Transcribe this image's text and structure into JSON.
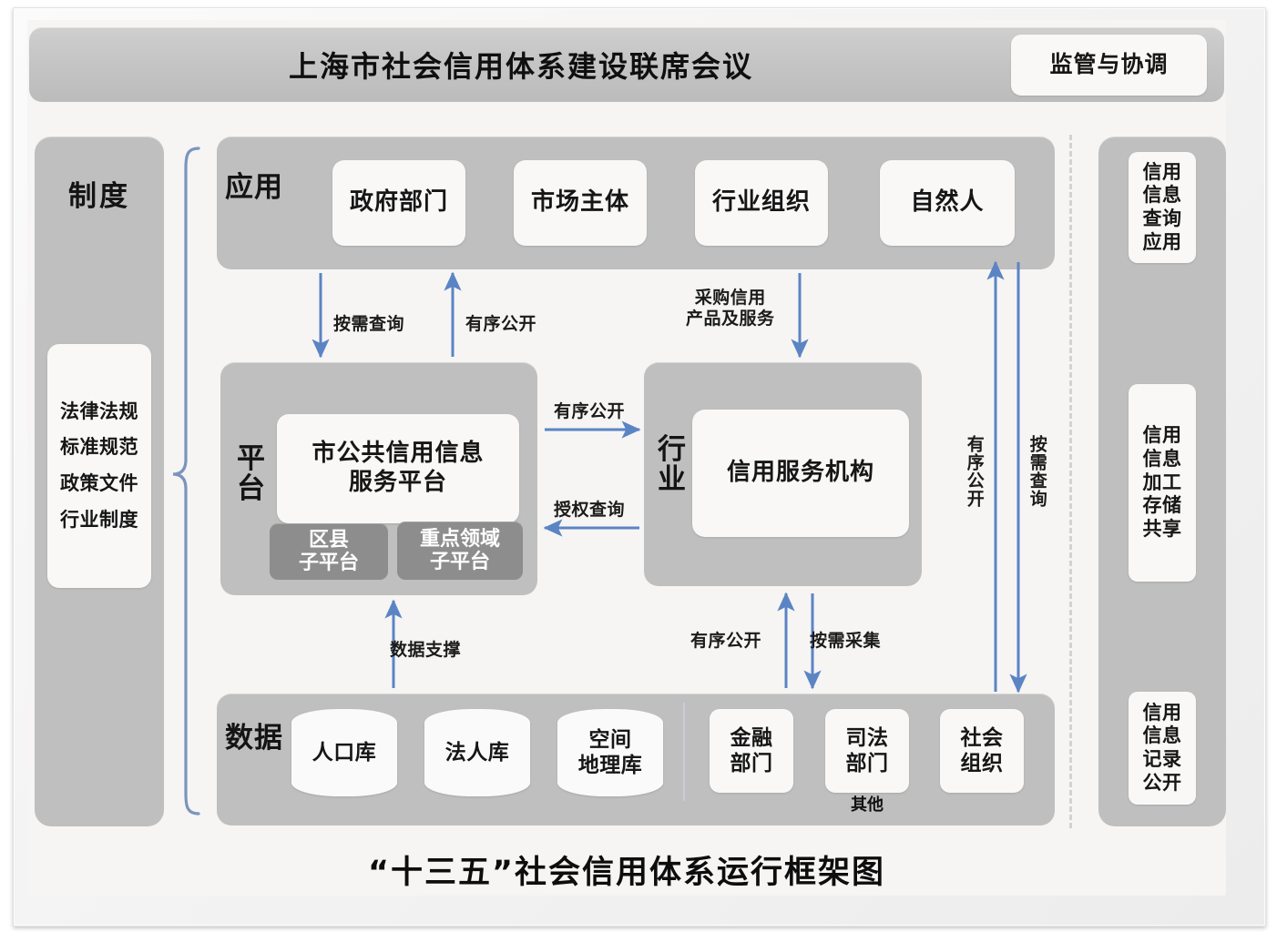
{
  "header": {
    "title": "上海市社会信用体系建设联席会议",
    "supervise_label": "监管与协调"
  },
  "footer": {
    "title": "“十三五”社会信用体系运行框架图"
  },
  "institution": {
    "label": "制度",
    "items": [
      "法律法规",
      "标准规范",
      "政策文件",
      "行业制度"
    ]
  },
  "outcomes": {
    "items": [
      "信用\n信息\n查询\n应用",
      "信用\n信息\n加工\n存储\n共享",
      "信用\n信息\n记录\n公开"
    ]
  },
  "application": {
    "label": "应用",
    "cards": [
      "政府部门",
      "市场主体",
      "行业组织",
      "自然人"
    ]
  },
  "platform": {
    "label": "平台",
    "main": "市公共信用信息\n服务平台",
    "sub": [
      "区县\n子平台",
      "重点领域\n子平台"
    ]
  },
  "industry": {
    "label": "行业",
    "main": "信用服务机构"
  },
  "data": {
    "label": "数据",
    "databases": [
      "人口库",
      "法人库",
      "空间\n地理库"
    ],
    "others": [
      "金融\n部门",
      "司法\n部门",
      "社会\n组织"
    ],
    "other_label": "其他"
  },
  "connectors": {
    "app_to_platform_query": "按需查询",
    "platform_to_app_public": "有序公开",
    "app_to_industry_purchase": "采购信用\n产品及服务",
    "platform_to_industry_public": "有序公开",
    "industry_to_platform_auth": "授权查询",
    "data_to_platform_support": "数据支撑",
    "data_to_industry_public": "有序公开",
    "industry_to_data_collect": "按需采集",
    "data_to_app_public": "有序公开",
    "app_to_data_query": "按需查询"
  },
  "colors": {
    "band": "#bfbfbf",
    "card": "#f9f8f7",
    "chip": "#8d8d8d",
    "arrow": "#5b84c4",
    "surface": "#f6f5f4",
    "divider": "#d2d2d2"
  }
}
